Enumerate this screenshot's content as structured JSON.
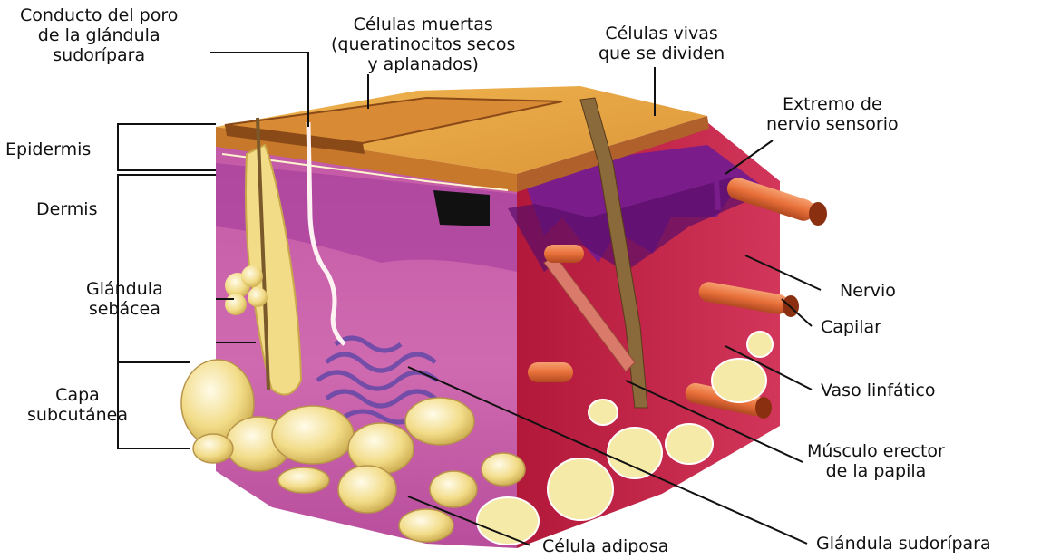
{
  "labels": {
    "conducto_poro": [
      "Conducto del poro",
      "de la glándula",
      "sudorípara"
    ],
    "celulas_muertas": [
      "Células muertas",
      "(queratinocitos secos",
      "y aplanados)"
    ],
    "celulas_vivas": [
      "Células vivas",
      "que se dividen"
    ],
    "extremo_nervio": [
      "Extremo de",
      "nervio sensorio"
    ],
    "epidermis": "Epidermis",
    "dermis": "Dermis",
    "glandula_sebacea": [
      "Glándula",
      "sebácea"
    ],
    "capa_subcutanea": [
      "Capa",
      "subcutánea"
    ],
    "nervio": "Nervio",
    "capilar": "Capilar",
    "vaso_linfatico": "Vaso linfático",
    "musculo_erector": [
      "Músculo erector",
      "de la papila"
    ],
    "celula_adiposa": "Célula adiposa",
    "glandula_sudoripara": "Glándula sudorípara"
  },
  "colors": {
    "epidermis_top": "#e8a640",
    "epidermis_front": "#c8782a",
    "dermis_front": "#c45aa6",
    "dermis_side": "#c0203a",
    "subcutaneous_side": "#b8244a",
    "fat_cells": "#f2dc88",
    "vessels": "#e8703a",
    "nerve_purple": "#7a1c8a",
    "leader_lines": "#111111"
  }
}
